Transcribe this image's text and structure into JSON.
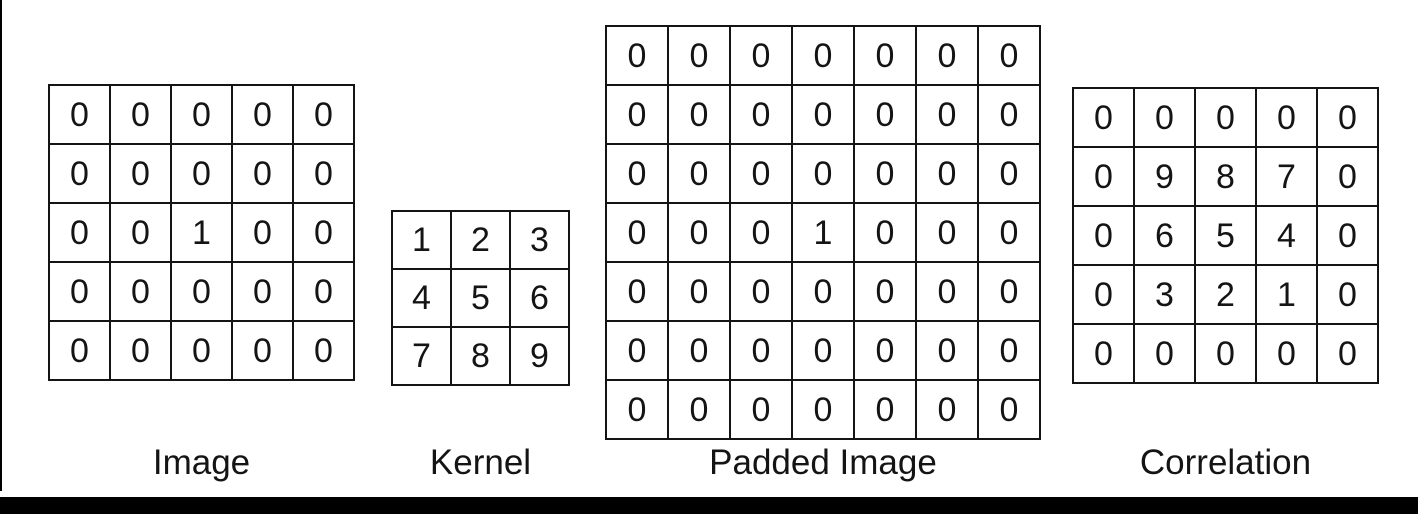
{
  "figure": {
    "background_color": "#ffffff",
    "ink_color": "#141414",
    "edge_bar_color": "#000000"
  },
  "grids": [
    {
      "id": "image",
      "label": "Image",
      "rows": [
        [
          "0",
          "0",
          "0",
          "0",
          "0"
        ],
        [
          "0",
          "0",
          "0",
          "0",
          "0"
        ],
        [
          "0",
          "0",
          "1",
          "0",
          "0"
        ],
        [
          "0",
          "0",
          "0",
          "0",
          "0"
        ],
        [
          "0",
          "0",
          "0",
          "0",
          "0"
        ]
      ]
    },
    {
      "id": "kernel",
      "label": "Kernel",
      "rows": [
        [
          "1",
          "2",
          "3"
        ],
        [
          "4",
          "5",
          "6"
        ],
        [
          "7",
          "8",
          "9"
        ]
      ]
    },
    {
      "id": "padded",
      "label": "Padded Image",
      "rows": [
        [
          "0",
          "0",
          "0",
          "0",
          "0",
          "0",
          "0"
        ],
        [
          "0",
          "0",
          "0",
          "0",
          "0",
          "0",
          "0"
        ],
        [
          "0",
          "0",
          "0",
          "0",
          "0",
          "0",
          "0"
        ],
        [
          "0",
          "0",
          "0",
          "1",
          "0",
          "0",
          "0"
        ],
        [
          "0",
          "0",
          "0",
          "0",
          "0",
          "0",
          "0"
        ],
        [
          "0",
          "0",
          "0",
          "0",
          "0",
          "0",
          "0"
        ],
        [
          "0",
          "0",
          "0",
          "0",
          "0",
          "0",
          "0"
        ]
      ]
    },
    {
      "id": "correlation",
      "label": "Correlation",
      "rows": [
        [
          "0",
          "0",
          "0",
          "0",
          "0"
        ],
        [
          "0",
          "9",
          "8",
          "7",
          "0"
        ],
        [
          "0",
          "6",
          "5",
          "4",
          "0"
        ],
        [
          "0",
          "3",
          "2",
          "1",
          "0"
        ],
        [
          "0",
          "0",
          "0",
          "0",
          "0"
        ]
      ]
    }
  ]
}
